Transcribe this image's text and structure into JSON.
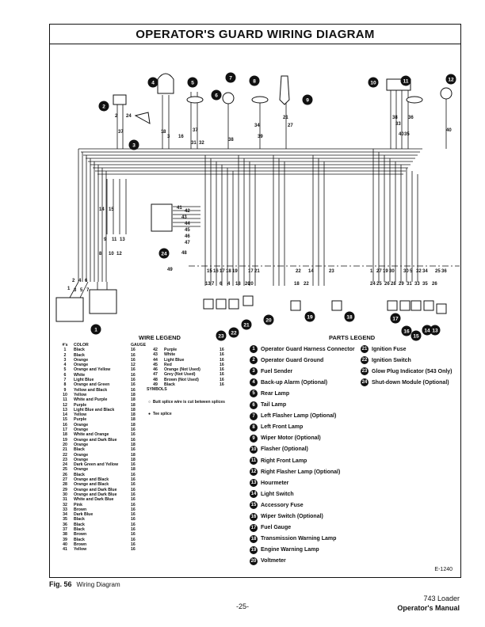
{
  "page": {
    "title": "OPERATOR'S GUARD WIRING DIAGRAM",
    "figure_code": "E-1240",
    "caption_label": "Fig. 56",
    "caption_text": "Wiring Diagram",
    "page_number": "-25-",
    "manual_line1": "743 Loader",
    "manual_line2": "Operator's Manual"
  },
  "diagram": {
    "callouts": [
      "1",
      "2",
      "3",
      "4",
      "5",
      "6",
      "7",
      "8",
      "9",
      "10",
      "11",
      "12",
      "13",
      "14",
      "15",
      "16",
      "17",
      "18",
      "19",
      "20",
      "21",
      "22",
      "23",
      "24"
    ],
    "wire_labels": [
      "2",
      "24",
      "37",
      "1",
      "3",
      "8",
      "16",
      "37",
      "31",
      "32",
      "38",
      "34",
      "39",
      "21",
      "27",
      "38",
      "33",
      "36",
      "40",
      "35",
      "40",
      "41",
      "42",
      "43",
      "44",
      "45",
      "46",
      "47",
      "48",
      "49",
      "14",
      "15",
      "9",
      "11",
      "13",
      "8",
      "10",
      "12",
      "2",
      "4",
      "6",
      "1",
      "3",
      "5",
      "7",
      "15",
      "16",
      "17",
      "18",
      "19",
      "13",
      "7",
      "6",
      "4",
      "18",
      "20",
      "17",
      "21",
      "20",
      "22",
      "14",
      "18",
      "22",
      "23",
      "1",
      "27",
      "19",
      "30",
      "30",
      "5",
      "32",
      "34",
      "25",
      "36",
      "24",
      "25",
      "26",
      "28",
      "29",
      "31",
      "33",
      "35",
      "26"
    ],
    "frame_note": "#'s"
  },
  "wire_legend": {
    "heading": "WIRE LEGEND",
    "col_num": "#'s",
    "col_color": "COLOR",
    "col_gauge": "GAUGE",
    "rows_left": [
      [
        "1",
        "Black",
        "16"
      ],
      [
        "2",
        "Black",
        "16"
      ],
      [
        "3",
        "Orange",
        "16"
      ],
      [
        "4",
        "Orange",
        "12"
      ],
      [
        "5",
        "Orange and Yellow",
        "16"
      ],
      [
        "6",
        "White",
        "16"
      ],
      [
        "7",
        "Light Blue",
        "16"
      ],
      [
        "8",
        "Orange and Green",
        "16"
      ],
      [
        "9",
        "Yellow and Black",
        "16"
      ],
      [
        "10",
        "Yellow",
        "18"
      ],
      [
        "11",
        "White and Purple",
        "18"
      ],
      [
        "12",
        "Purple",
        "18"
      ],
      [
        "13",
        "Light Blue and Black",
        "18"
      ],
      [
        "14",
        "Yellow",
        "18"
      ],
      [
        "15",
        "Purple",
        "18"
      ],
      [
        "16",
        "Orange",
        "18"
      ],
      [
        "17",
        "Orange",
        "16"
      ],
      [
        "18",
        "White and Orange",
        "16"
      ],
      [
        "19",
        "Orange and Dark Blue",
        "16"
      ],
      [
        "20",
        "Orange",
        "18"
      ],
      [
        "21",
        "Black",
        "16"
      ],
      [
        "22",
        "Orange",
        "18"
      ],
      [
        "23",
        "Orange",
        "18"
      ],
      [
        "24",
        "Dark Green and Yellow",
        "16"
      ],
      [
        "25",
        "Orange",
        "18"
      ],
      [
        "26",
        "Black",
        "16"
      ],
      [
        "27",
        "Orange and Black",
        "16"
      ],
      [
        "28",
        "Orange and Black",
        "16"
      ],
      [
        "29",
        "Orange and Dark Blue",
        "16"
      ],
      [
        "30",
        "Orange and Dark Blue",
        "16"
      ],
      [
        "31",
        "White and Dark Blue",
        "16"
      ],
      [
        "32",
        "Pink",
        "16"
      ],
      [
        "33",
        "Brown",
        "16"
      ],
      [
        "34",
        "Dark Blue",
        "16"
      ],
      [
        "35",
        "Black",
        "16"
      ],
      [
        "36",
        "Black",
        "16"
      ],
      [
        "37",
        "Black",
        "16"
      ],
      [
        "38",
        "Brown",
        "16"
      ],
      [
        "39",
        "Black",
        "16"
      ],
      [
        "40",
        "Brown",
        "16"
      ],
      [
        "41",
        "Yellow",
        "16"
      ]
    ],
    "rows_right": [
      [
        "42",
        "Purple",
        "16"
      ],
      [
        "43",
        "White",
        "16"
      ],
      [
        "44",
        "Light Blue",
        "16"
      ],
      [
        "45",
        "Red",
        "16"
      ],
      [
        "46",
        "Orange (Not Used)",
        "16"
      ],
      [
        "47",
        "Grey (Not Used)",
        "16"
      ],
      [
        "48",
        "Brown (Not Used)",
        "16"
      ],
      [
        "49",
        "Black",
        "16"
      ]
    ],
    "symbols_heading": "SYMBOLS",
    "symbol_butt": "Butt splice wire is cut between splices",
    "symbol_tee": "Tee splice"
  },
  "parts_legend": {
    "heading": "PARTS LEGEND",
    "left": [
      [
        "1",
        "Operator Guard Harness Connector"
      ],
      [
        "2",
        "Operator Guard Ground"
      ],
      [
        "3",
        "Fuel Sender"
      ],
      [
        "4",
        "Back-up Alarm (Optional)"
      ],
      [
        "5",
        "Rear Lamp"
      ],
      [
        "6",
        "Tail Lamp"
      ],
      [
        "7",
        "Left Flasher Lamp (Optional)"
      ],
      [
        "8",
        "Left Front Lamp"
      ],
      [
        "9",
        "Wiper Motor (Optional)"
      ],
      [
        "10",
        "Flasher (Optional)"
      ],
      [
        "11",
        "Right Front Lamp"
      ],
      [
        "12",
        "Right Flasher Lamp (Optional)"
      ],
      [
        "13",
        "Hourmeter"
      ],
      [
        "14",
        "Light Switch"
      ],
      [
        "15",
        "Accessory Fuse"
      ],
      [
        "16",
        "Wiper Switch (Optional)"
      ],
      [
        "17",
        "Fuel Gauge"
      ],
      [
        "18",
        "Transmission Warning Lamp"
      ],
      [
        "19",
        "Engine Warning Lamp"
      ],
      [
        "20",
        "Voltmeter"
      ]
    ],
    "right": [
      [
        "21",
        "Ignition Fuse"
      ],
      [
        "22",
        "Ignition Switch"
      ],
      [
        "23",
        "Glow Plug Indicator (543 Only)"
      ],
      [
        "24",
        "Shut-down Module (Optional)"
      ]
    ]
  }
}
